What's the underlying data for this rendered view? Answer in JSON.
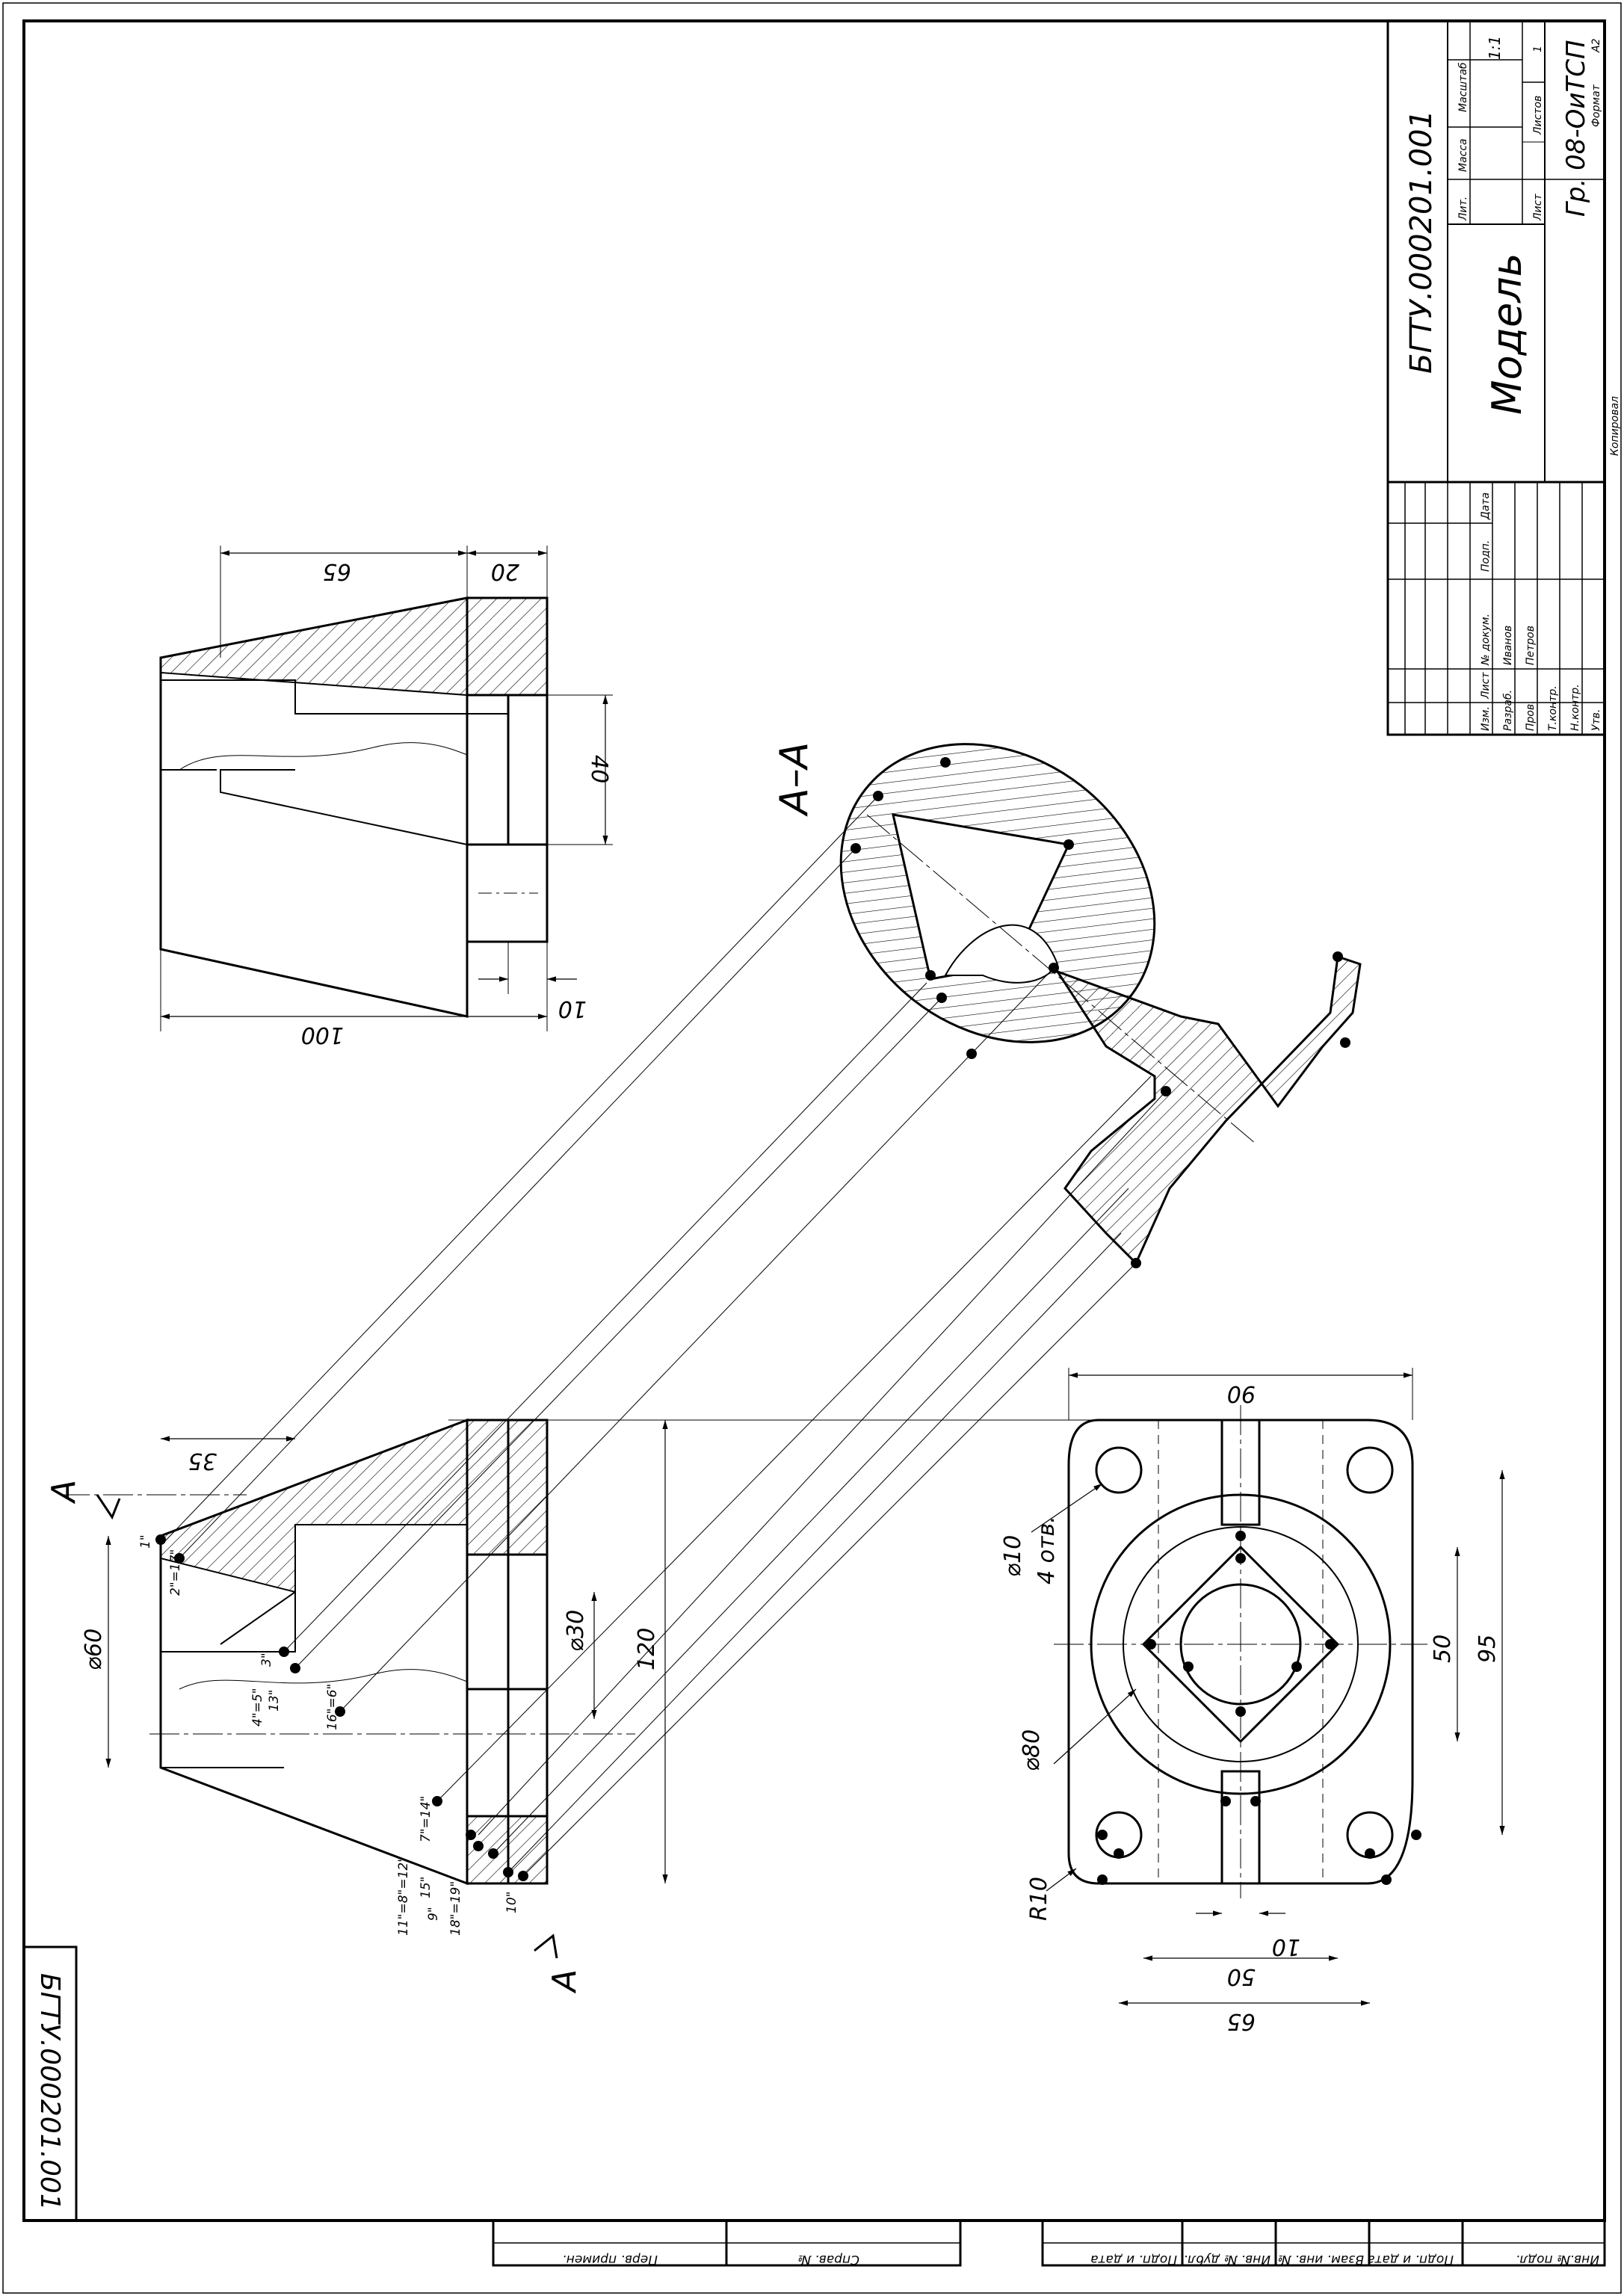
{
  "title_block": {
    "designation": "БГТУ.000201.001",
    "name": "Модель",
    "group": "Гр. 08-ОиТСП",
    "hdr_lit": "Лит.",
    "hdr_mass": "Масса",
    "hdr_scale": "Масштаб",
    "scale_value": "1:1",
    "sheet_label": "Лист",
    "sheets_label": "Листов",
    "sheets_value": "1",
    "copied": "Копировал",
    "format_label": "Формат",
    "format_value": "A2",
    "cols": [
      "Изм.",
      "Лист",
      "№ докум.",
      "Подп.",
      "Дата"
    ],
    "roles": [
      "Разраб.",
      "Пров.",
      "Т.контр.",
      "",
      "Н.контр.",
      "Утв."
    ],
    "developer": "Иванов",
    "checker": "Петров"
  },
  "corner_stamp": "БГТУ.000201.001",
  "side_columns": [
    "Инв.№ подл.",
    "Подп. и дата",
    "Взам. инв. №",
    "Инв. № дубл.",
    "Подп. и дата"
  ],
  "side_columns_top": [
    "Справ. №",
    "Перв. примен."
  ],
  "section_label": "А–А",
  "cut_label": "А",
  "dimensions": {
    "top_65": "65",
    "top_20": "20",
    "top_40": "40",
    "top_10": "10",
    "top_100": "100",
    "d35": "35",
    "d60": "⌀60",
    "d30": "⌀30",
    "d120": "120",
    "d90": "90",
    "d10": "⌀10",
    "holes": "4 отв.",
    "d80": "⌀80",
    "d50v": "50",
    "d95": "95",
    "r10": "R10",
    "d10b": "10",
    "d50h": "50",
    "d65": "65"
  },
  "point_labels": {
    "p1": "1\"",
    "p2": "2\"=17\"",
    "p3": "3\"",
    "p4": "4\"=5\"",
    "p13": "13\"",
    "p16": "16\"=6\"",
    "p7": "7\"=14\"",
    "p11": "11\"=8\"=12\"",
    "p15": "15\"",
    "p9": "9\"",
    "p18": "18\"=19\"",
    "p10": "10\""
  }
}
